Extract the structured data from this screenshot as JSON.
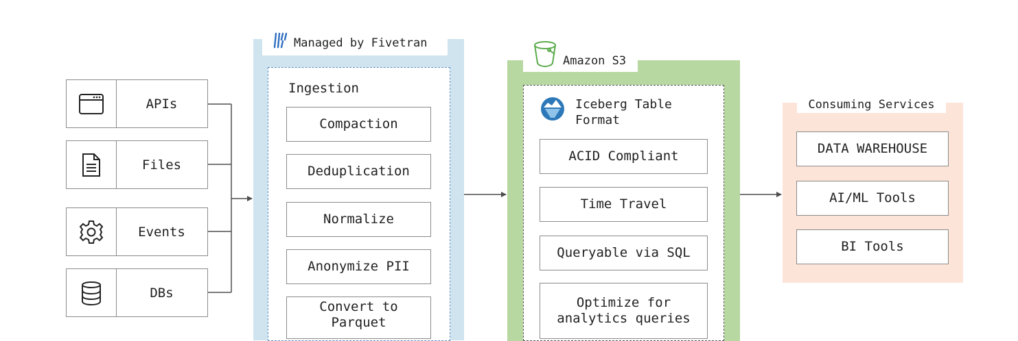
{
  "sources": [
    {
      "label": "APIs",
      "icon": "browser-window-icon"
    },
    {
      "label": "Files",
      "icon": "document-icon"
    },
    {
      "label": "Events",
      "icon": "gear-icon"
    },
    {
      "label": "DBs",
      "icon": "database-icon"
    }
  ],
  "fivetran": {
    "header": "Managed by Fivetran",
    "section_title": "Ingestion",
    "steps": [
      "Compaction",
      "Deduplication",
      "Normalize",
      "Anonymize PII",
      "Convert to\nParquet"
    ],
    "colors": {
      "panel": "#cfe4ee",
      "border": "#5a90bf",
      "logo": "#2f6ec0"
    }
  },
  "s3": {
    "header": "Amazon S3",
    "format_title": "Iceberg Table\nFormat",
    "features": [
      "ACID Compliant",
      "Time Travel",
      "Queryable via SQL",
      "Optimize for\nanalytics queries"
    ],
    "colors": {
      "panel": "#b8d8a2",
      "icon": "#5aab4a",
      "iceberg_logo": "#2c78b8"
    }
  },
  "consumers": {
    "header": "Consuming Services",
    "items": [
      "DATA WAREHOUSE",
      "AI/ML Tools",
      "BI Tools"
    ],
    "colors": {
      "panel": "#fde4d8"
    }
  },
  "colors": {
    "lines": "#4d4d4d",
    "box_border": "#8a8a8a"
  }
}
